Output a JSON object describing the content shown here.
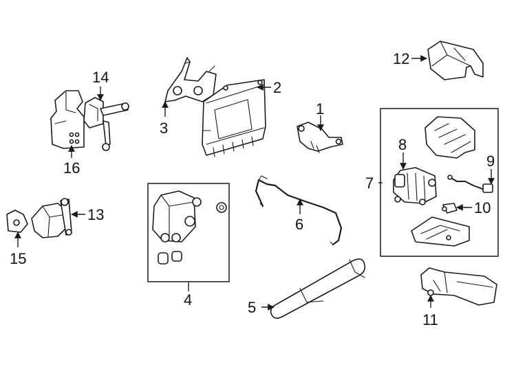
{
  "diagram": {
    "callouts": [
      {
        "id": "c1",
        "number": "1"
      },
      {
        "id": "c2",
        "number": "2"
      },
      {
        "id": "c3",
        "number": "3"
      },
      {
        "id": "c4",
        "number": "4"
      },
      {
        "id": "c5",
        "number": "5"
      },
      {
        "id": "c6",
        "number": "6"
      },
      {
        "id": "c7",
        "number": "7"
      },
      {
        "id": "c8",
        "number": "8"
      },
      {
        "id": "c9",
        "number": "9"
      },
      {
        "id": "c10",
        "number": "10"
      },
      {
        "id": "c11",
        "number": "11"
      },
      {
        "id": "c12",
        "number": "12"
      },
      {
        "id": "c13",
        "number": "13"
      },
      {
        "id": "c14",
        "number": "14"
      },
      {
        "id": "c15",
        "number": "15"
      },
      {
        "id": "c16",
        "number": "16"
      }
    ]
  }
}
